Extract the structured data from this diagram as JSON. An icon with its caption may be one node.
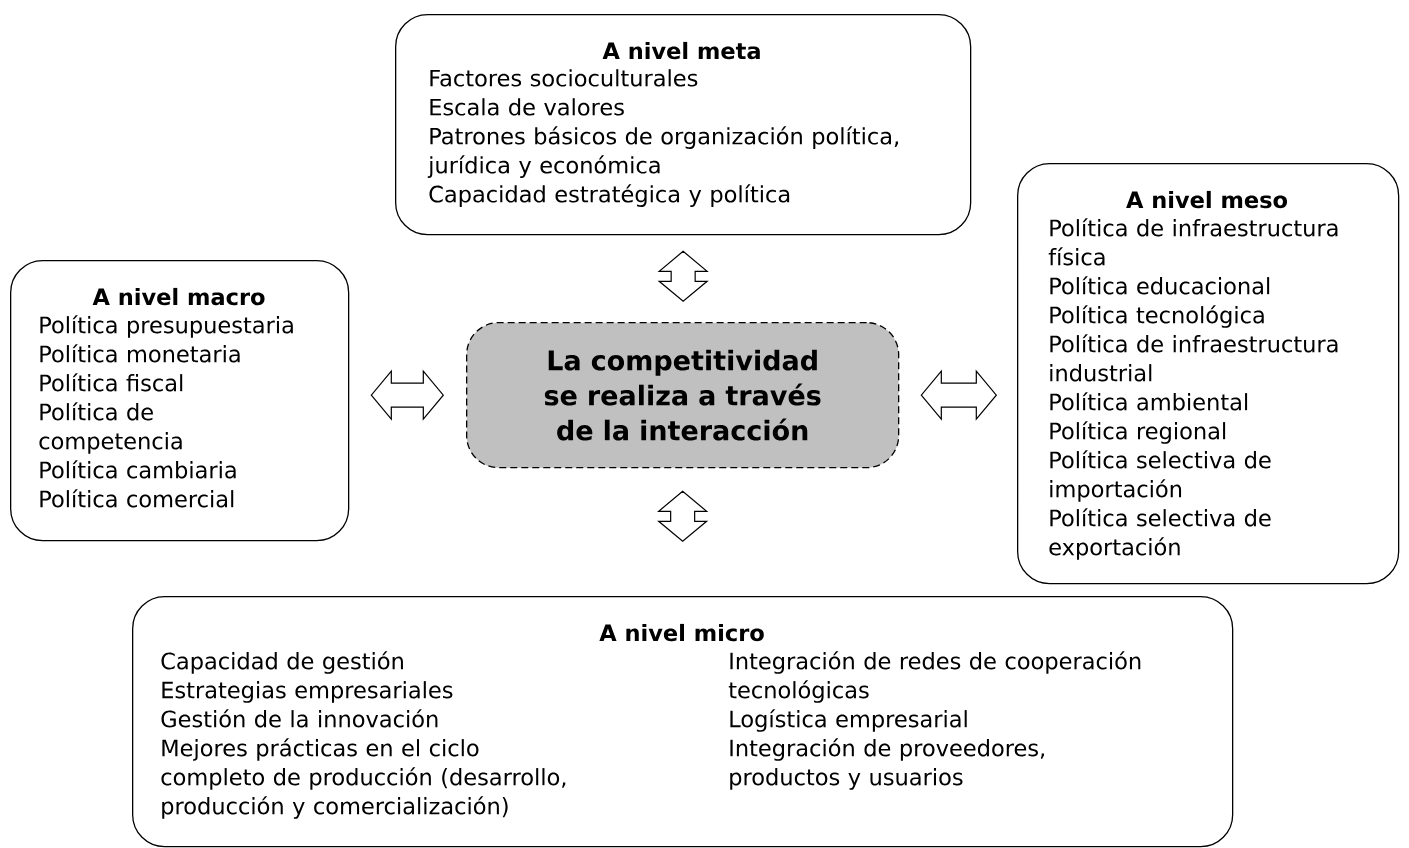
{
  "diagram": {
    "nodes": [
      {
        "text": [
          "A nivel meta",
          "Factores socioculturales",
          "Escala de valores",
          "Patrones básicos de organización política, jurídica y económica",
          "Capacidad estratégica y política"
        ]
      },
      {
        "text": [
          "A nivel macro",
          "Política presupuestaria",
          "Política monetaria",
          "Política fiscal",
          "Política de competencia",
          "Política cambiaria",
          "Política comercial"
        ]
      },
      {
        "text": [
          "La competitividad se realiza a través de la interacción"
        ]
      },
      {
        "text": [
          "A nivel meso",
          "Política de infraestructura física",
          "Política educacional",
          "Política tecnológica",
          "Política de infraestructura industrial",
          "Política ambiental",
          "Política regional",
          "Política selectiva de importación",
          "Política selectiva de exportación"
        ]
      },
      {
        "text": [
          "A nivel micro",
          "Capacidad de gestión",
          "Estrategias empresariales",
          "Gestión de la innovación",
          "Mejores prácticas en el ciclo completo de producción (desarrollo, producción y comercialización)",
          "Integración de redes de cooperación tecnológicas",
          "Logística empresarial",
          "Integración de proveedores, productos y usuarios"
        ]
      }
    ],
    "edges": [
      {
        "from": 0,
        "to": 2,
        "arrow": "both"
      },
      {
        "from": 1,
        "to": 2,
        "arrow": "both"
      },
      {
        "from": 2,
        "to": 3,
        "arrow": "both"
      },
      {
        "from": 2,
        "to": 4,
        "arrow": "both"
      }
    ]
  }
}
